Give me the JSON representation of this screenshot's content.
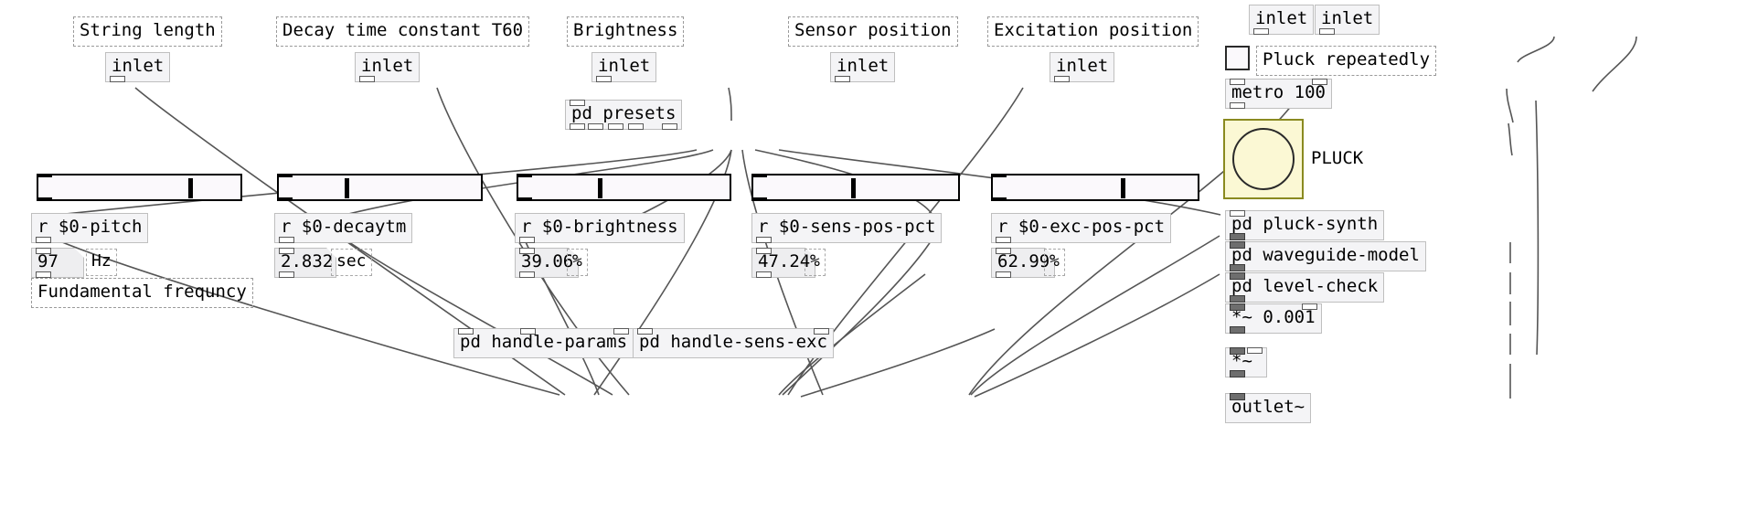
{
  "patch": {
    "title": "pluck-parameters",
    "background": "#ffffff"
  },
  "comments": {
    "string_length": "String length",
    "decay_time": "Decay time constant T60",
    "brightness": "Brightness",
    "sensor_position": "Sensor position",
    "excitation_position": "Excitation position",
    "fundamental_frequency": "Fundamental frequncy",
    "pluck_repeatedly": "Pluck repeatedly",
    "pluck_label": "PLUCK"
  },
  "inlets": {
    "label": "inlet",
    "count": 7
  },
  "objects": {
    "presets": "pd presets",
    "handle_params": "pd handle-params",
    "handle_sens_exc": "pd handle-sens-exc",
    "metro": "metro 100",
    "pluck_synth": "pd pluck-synth",
    "waveguide_model": "pd waveguide-model",
    "level_check": "pd level-check",
    "mult_gain": "*~ 0.001",
    "mult_sig": "*~",
    "outlet": "outlet~"
  },
  "receives": {
    "pitch": "r $0-pitch",
    "decaytm": "r $0-decaytm",
    "brightness": "r $0-brightness",
    "sens_pos": "r $0-sens-pos-pct",
    "exc_pos": "r $0-exc-pos-pct"
  },
  "values": {
    "pitch": {
      "value": "97",
      "unit": "Hz"
    },
    "decaytm": {
      "value": "2.832",
      "unit": "sec"
    },
    "brightness": {
      "value": "39.06",
      "unit": "%"
    },
    "sens_pos": {
      "value": "47.24",
      "unit": "%"
    },
    "exc_pos": {
      "value": "62.99",
      "unit": "%"
    }
  },
  "sliders": [
    {
      "name": "string-length-slider",
      "knob_pct": 71
    },
    {
      "name": "decay-time-slider",
      "knob_pct": 30
    },
    {
      "name": "brightness-slider",
      "knob_pct": 38
    },
    {
      "name": "sensor-position-slider",
      "knob_pct": 47
    },
    {
      "name": "excitation-position-slider",
      "knob_pct": 62
    }
  ],
  "colors": {
    "wire": "#555555",
    "box_border": "#bfbfbf",
    "box_fill": "#f4f4f6",
    "comment_border": "#9a9a9a",
    "bang_fill": "#fbf8d4",
    "bang_border": "#8a8a20"
  }
}
